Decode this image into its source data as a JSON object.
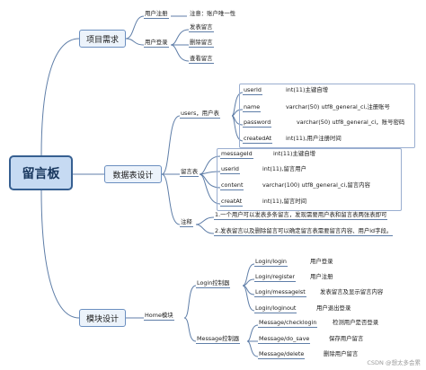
{
  "root": {
    "label": "留言板"
  },
  "branches": {
    "req": "项目需求",
    "db": "数据表设计",
    "mod": "模块设计"
  },
  "req": {
    "register": "用户注册",
    "register_note": "注意：账户唯一性",
    "login": "用户登录",
    "actions": [
      "发表留言",
      "删除留言",
      "查看留言"
    ]
  },
  "db": {
    "users_label": "users，用户表",
    "users_fields": [
      {
        "name": "userId",
        "desc": "int(11)主键自增"
      },
      {
        "name": "name",
        "desc": "varchar(50) utf8_general_ci,注册账号"
      },
      {
        "name": "password",
        "desc": "varchar(50) utf8_general_ci，账号密码"
      },
      {
        "name": "createdAt",
        "desc": "int(11),用户注册时间"
      }
    ],
    "msg_label": "留言表",
    "msg_fields": [
      {
        "name": "messageId",
        "desc": "int(11)主键自增"
      },
      {
        "name": "userId",
        "desc": "int(11),留言用户"
      },
      {
        "name": "content",
        "desc": "varchar(100) utf8_general_ci,留言内容"
      },
      {
        "name": "creatAt",
        "desc": "int(11),留言时间"
      }
    ],
    "note_label": "注释",
    "notes": [
      "1.一个用户可以发表多条留言，发现需要用户表和留言表两张表即可",
      "2.发表留言以及删除留言可以确定留言表需要留言内容、用户id字段。"
    ]
  },
  "mod": {
    "home": "Home模块",
    "login_ctrl": "Login控制器",
    "login_routes": [
      {
        "path": "Login/login",
        "desc": "用户登录"
      },
      {
        "path": "Login/register",
        "desc": "用户注册"
      },
      {
        "path": "Login/messagelst",
        "desc": "发表留言及显示留言内容"
      },
      {
        "path": "Login/loginout",
        "desc": "用户退出登录"
      }
    ],
    "msg_ctrl": "Message控制器",
    "msg_routes": [
      {
        "path": "Message/checklogin",
        "desc": "检测用户是否登录"
      },
      {
        "path": "Message/do_save",
        "desc": "保存用户留言"
      },
      {
        "path": "Message/delete",
        "desc": "删除用户留言"
      }
    ]
  },
  "watermark": "CSDN @想太多会累"
}
